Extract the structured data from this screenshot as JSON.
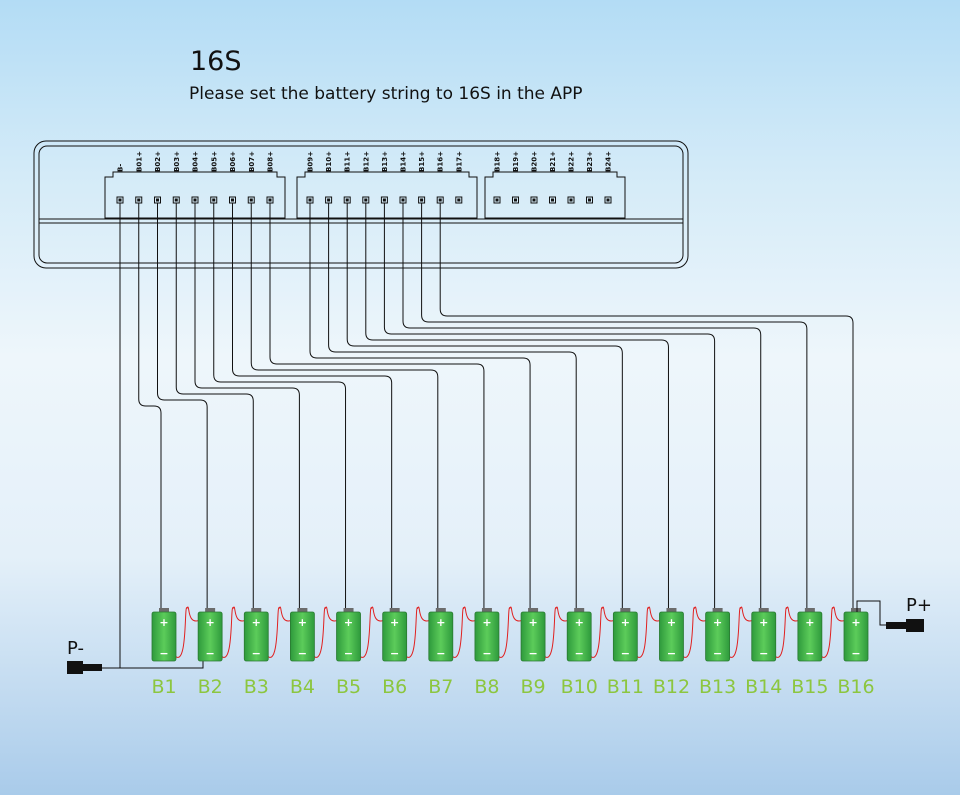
{
  "header": {
    "title": "16S",
    "subtitle": "Please set the battery string to 16S in the APP"
  },
  "connector_pins": {
    "group1": [
      "B-",
      "B01+",
      "B02+",
      "B03+",
      "B04+",
      "B05+",
      "B06+",
      "B07+",
      "B08+"
    ],
    "group2": [
      "B09+",
      "B10+",
      "B11+",
      "B12+",
      "B13+",
      "B14+",
      "B15+",
      "B16+",
      "B17+"
    ],
    "group3": [
      "B18+",
      "B19+",
      "B20+",
      "B21+",
      "B22+",
      "B23+",
      "B24+"
    ]
  },
  "cells": [
    "B1",
    "B2",
    "B3",
    "B4",
    "B5",
    "B6",
    "B7",
    "B8",
    "B9",
    "B10",
    "B11",
    "B12",
    "B13",
    "B14",
    "B15",
    "B16"
  ],
  "terminals": {
    "negative": "P-",
    "positive": "P+"
  },
  "cell_symbols": {
    "plus": "+",
    "minus": "−"
  },
  "colors": {
    "wire": "#111111",
    "series_link": "#e02020",
    "cell_fill": "#3bb54a",
    "cell_label": "#8cc63f"
  }
}
